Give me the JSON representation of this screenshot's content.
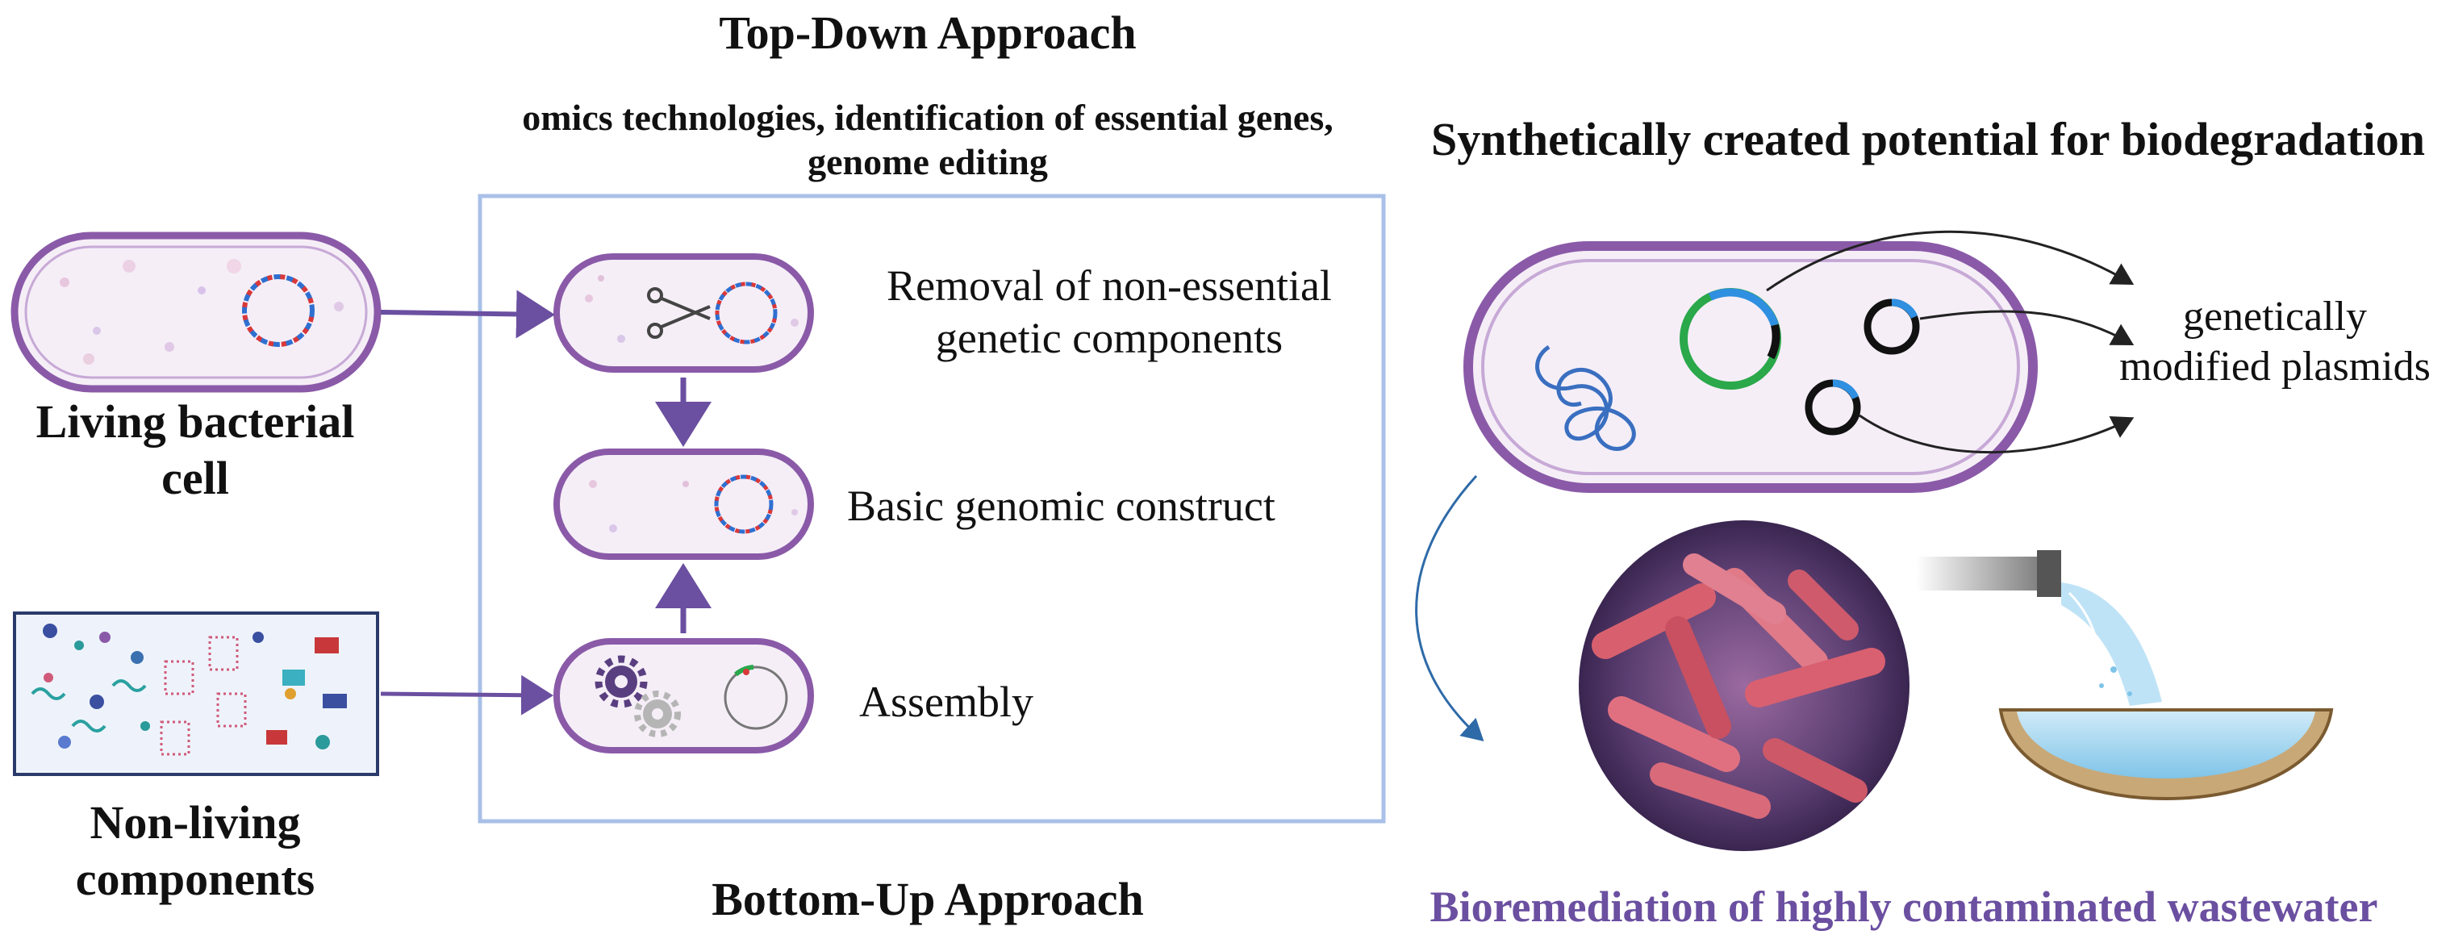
{
  "title_top": "Top-Down Approach",
  "subtitle_top": "omics technologies, identification of essential genes, genome editing",
  "title_right": "Synthetically created potential for biodegradation",
  "title_bottom": "Bottom-Up Approach",
  "left": {
    "living_cell": "Living bacterial cell",
    "non_living": "Non-living components"
  },
  "steps": {
    "removal": "Removal of non-essential genetic components",
    "basic": "Basic genomic construct",
    "assembly": "Assembly"
  },
  "plasmids_label": "genetically modified plasmids",
  "bioremediation": "Bioremediation of highly contaminated wastewater",
  "colors": {
    "cell_outline": "#8a5aa8",
    "cell_fill": "#f5eef7",
    "arrow": "#6b4fa0",
    "frame": "#a9c0e8",
    "plasmid_blue": "#2f8fe0",
    "plasmid_green": "#2aa84a",
    "water": "#a8d8f0",
    "biorem_text": "#6b4fa0"
  }
}
